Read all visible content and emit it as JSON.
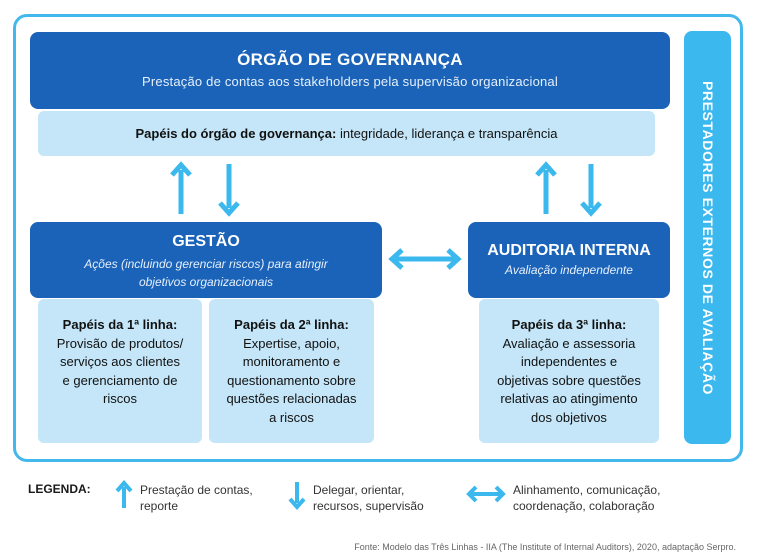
{
  "governing_body": {
    "title": "ÓRGÃO DE GOVERNANÇA",
    "subtitle": "Prestação de contas aos stakeholders pela supervisão organizacional",
    "roles_bold": "Papéis do órgão de governança:",
    "roles_text": " integridade, liderança e transparência"
  },
  "management": {
    "title": "GESTÃO",
    "subtitle_line1": "Ações (incluindo gerenciar riscos) para atingir",
    "subtitle_line2": "objetivos organizacionais"
  },
  "internal_audit": {
    "title": "AUDITORIA INTERNA",
    "subtitle": "Avaliação independente"
  },
  "first_line": {
    "heading": "Papéis da 1ª linha:",
    "lines": [
      "Provisão de produtos/",
      "serviços aos clientes",
      "e gerenciamento de",
      "riscos"
    ]
  },
  "second_line": {
    "heading": "Papéis da 2ª linha:",
    "lines": [
      "Expertise, apoio,",
      "monitoramento e",
      "questionamento sobre",
      "questões relacionadas",
      "a riscos"
    ]
  },
  "third_line": {
    "heading": "Papéis da 3ª linha:",
    "lines": [
      "Avaliação e assessoria",
      "independentes e",
      "objetivas sobre questões",
      "relativas ao atingimento",
      "dos objetivos"
    ]
  },
  "external": {
    "label": "PRESTADORES EXTERNOS DE AVALIAÇÃO"
  },
  "legend": {
    "title": "LEGENDA:",
    "up": [
      "Prestação de contas,",
      "reporte"
    ],
    "down": [
      "Delegar, orientar,",
      "recursos, supervisão"
    ],
    "both": [
      "Alinhamento, comunicação,",
      "coordenação, colaboração"
    ]
  },
  "source": "Fonte: Modelo das Três Linhas - IIA (The Institute of Internal Auditors), 2020, adaptação Serpro.",
  "colors": {
    "dark_blue": "#1a63b8",
    "light_blue": "#c4e6f8",
    "cyan": "#3bb8ed",
    "frame": "#43b8ec"
  }
}
